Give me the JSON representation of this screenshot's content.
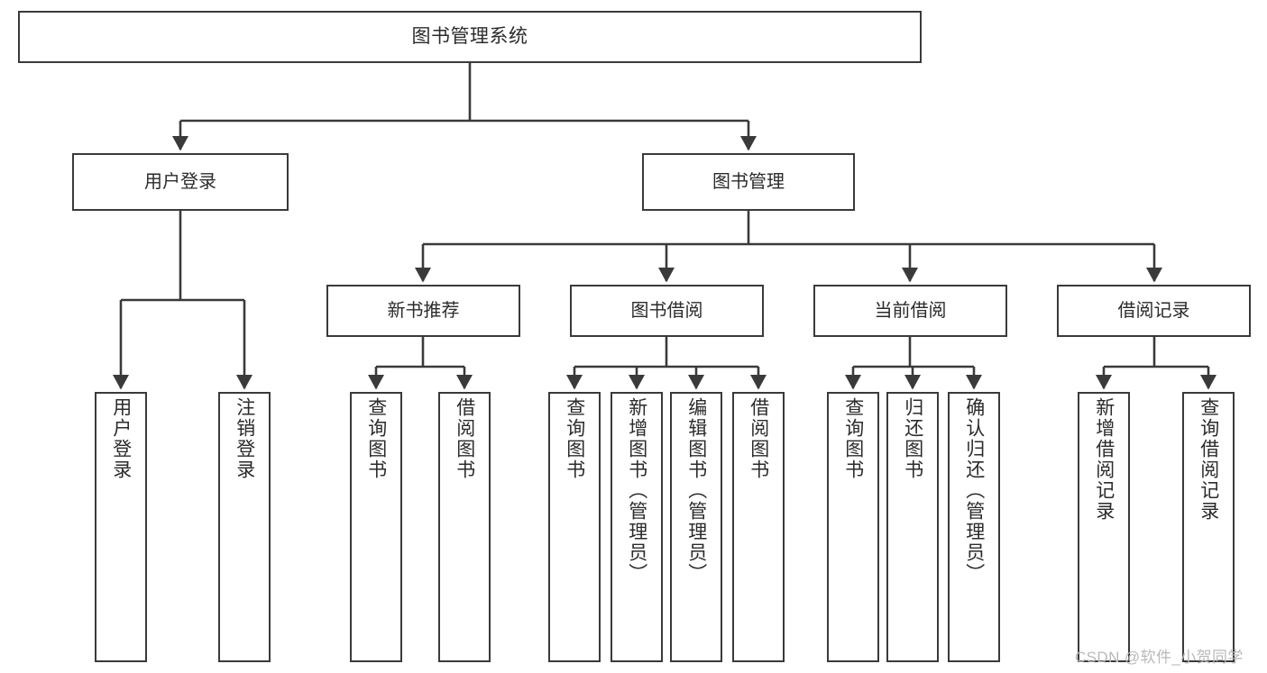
{
  "diagram": {
    "title": "图书管理系统",
    "type": "functional-structure-tree",
    "colors": {
      "background": "#ffffff",
      "node_border": "#3a3a3a",
      "node_fill": "#ffffff",
      "edge": "#3a3a3a",
      "text": "#2b2b2b",
      "watermark": "#b9b9b9"
    },
    "root": {
      "label": "图书管理系统"
    },
    "level1": [
      {
        "label": "用户登录"
      },
      {
        "label": "图书管理"
      }
    ],
    "level2": [
      {
        "label": "新书推荐"
      },
      {
        "label": "图书借阅"
      },
      {
        "label": "当前借阅"
      },
      {
        "label": "借阅记录"
      }
    ],
    "leaves": {
      "user_login": [
        {
          "label": "用户登录"
        },
        {
          "label": "注销登录"
        }
      ],
      "new_book_recommend": [
        {
          "label": "查询图书"
        },
        {
          "label": "借阅图书"
        }
      ],
      "book_borrow": [
        {
          "label": "查询图书"
        },
        {
          "label": "新增图书（管理员）"
        },
        {
          "label": "编辑图书（管理员）"
        },
        {
          "label": "借阅图书"
        }
      ],
      "current_borrow": [
        {
          "label": "查询图书"
        },
        {
          "label": "归还图书"
        },
        {
          "label": "确认归还（管理员）"
        }
      ],
      "borrow_record": [
        {
          "label": "新增借阅记录"
        },
        {
          "label": "查询借阅记录"
        }
      ]
    },
    "watermark": {
      "text": "CSDN @软件_小贺同学"
    }
  }
}
